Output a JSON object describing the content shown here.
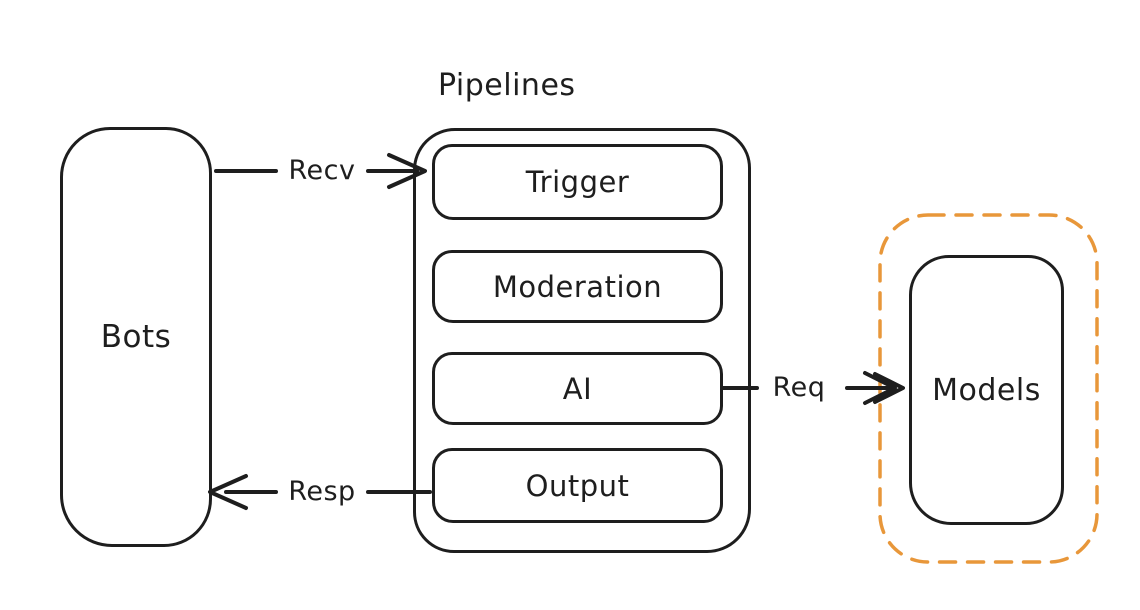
{
  "colors": {
    "stroke": "#1e1e1e",
    "accent_orange": "#e8973a",
    "background": "#ffffff"
  },
  "nodes": {
    "bots": {
      "label": "Bots"
    },
    "pipelines": {
      "title": "Pipelines",
      "stages": [
        {
          "label": "Trigger"
        },
        {
          "label": "Moderation"
        },
        {
          "label": "AI"
        },
        {
          "label": "Output"
        }
      ]
    },
    "models": {
      "label": "Models"
    }
  },
  "arrows": {
    "recv": {
      "label": "Recv",
      "direction": "right",
      "from": "Bots",
      "to": "Trigger"
    },
    "resp": {
      "label": "Resp",
      "direction": "left",
      "from": "Output",
      "to": "Bots"
    },
    "req": {
      "label": "Req",
      "direction": "right",
      "from": "AI",
      "to": "Models"
    }
  }
}
